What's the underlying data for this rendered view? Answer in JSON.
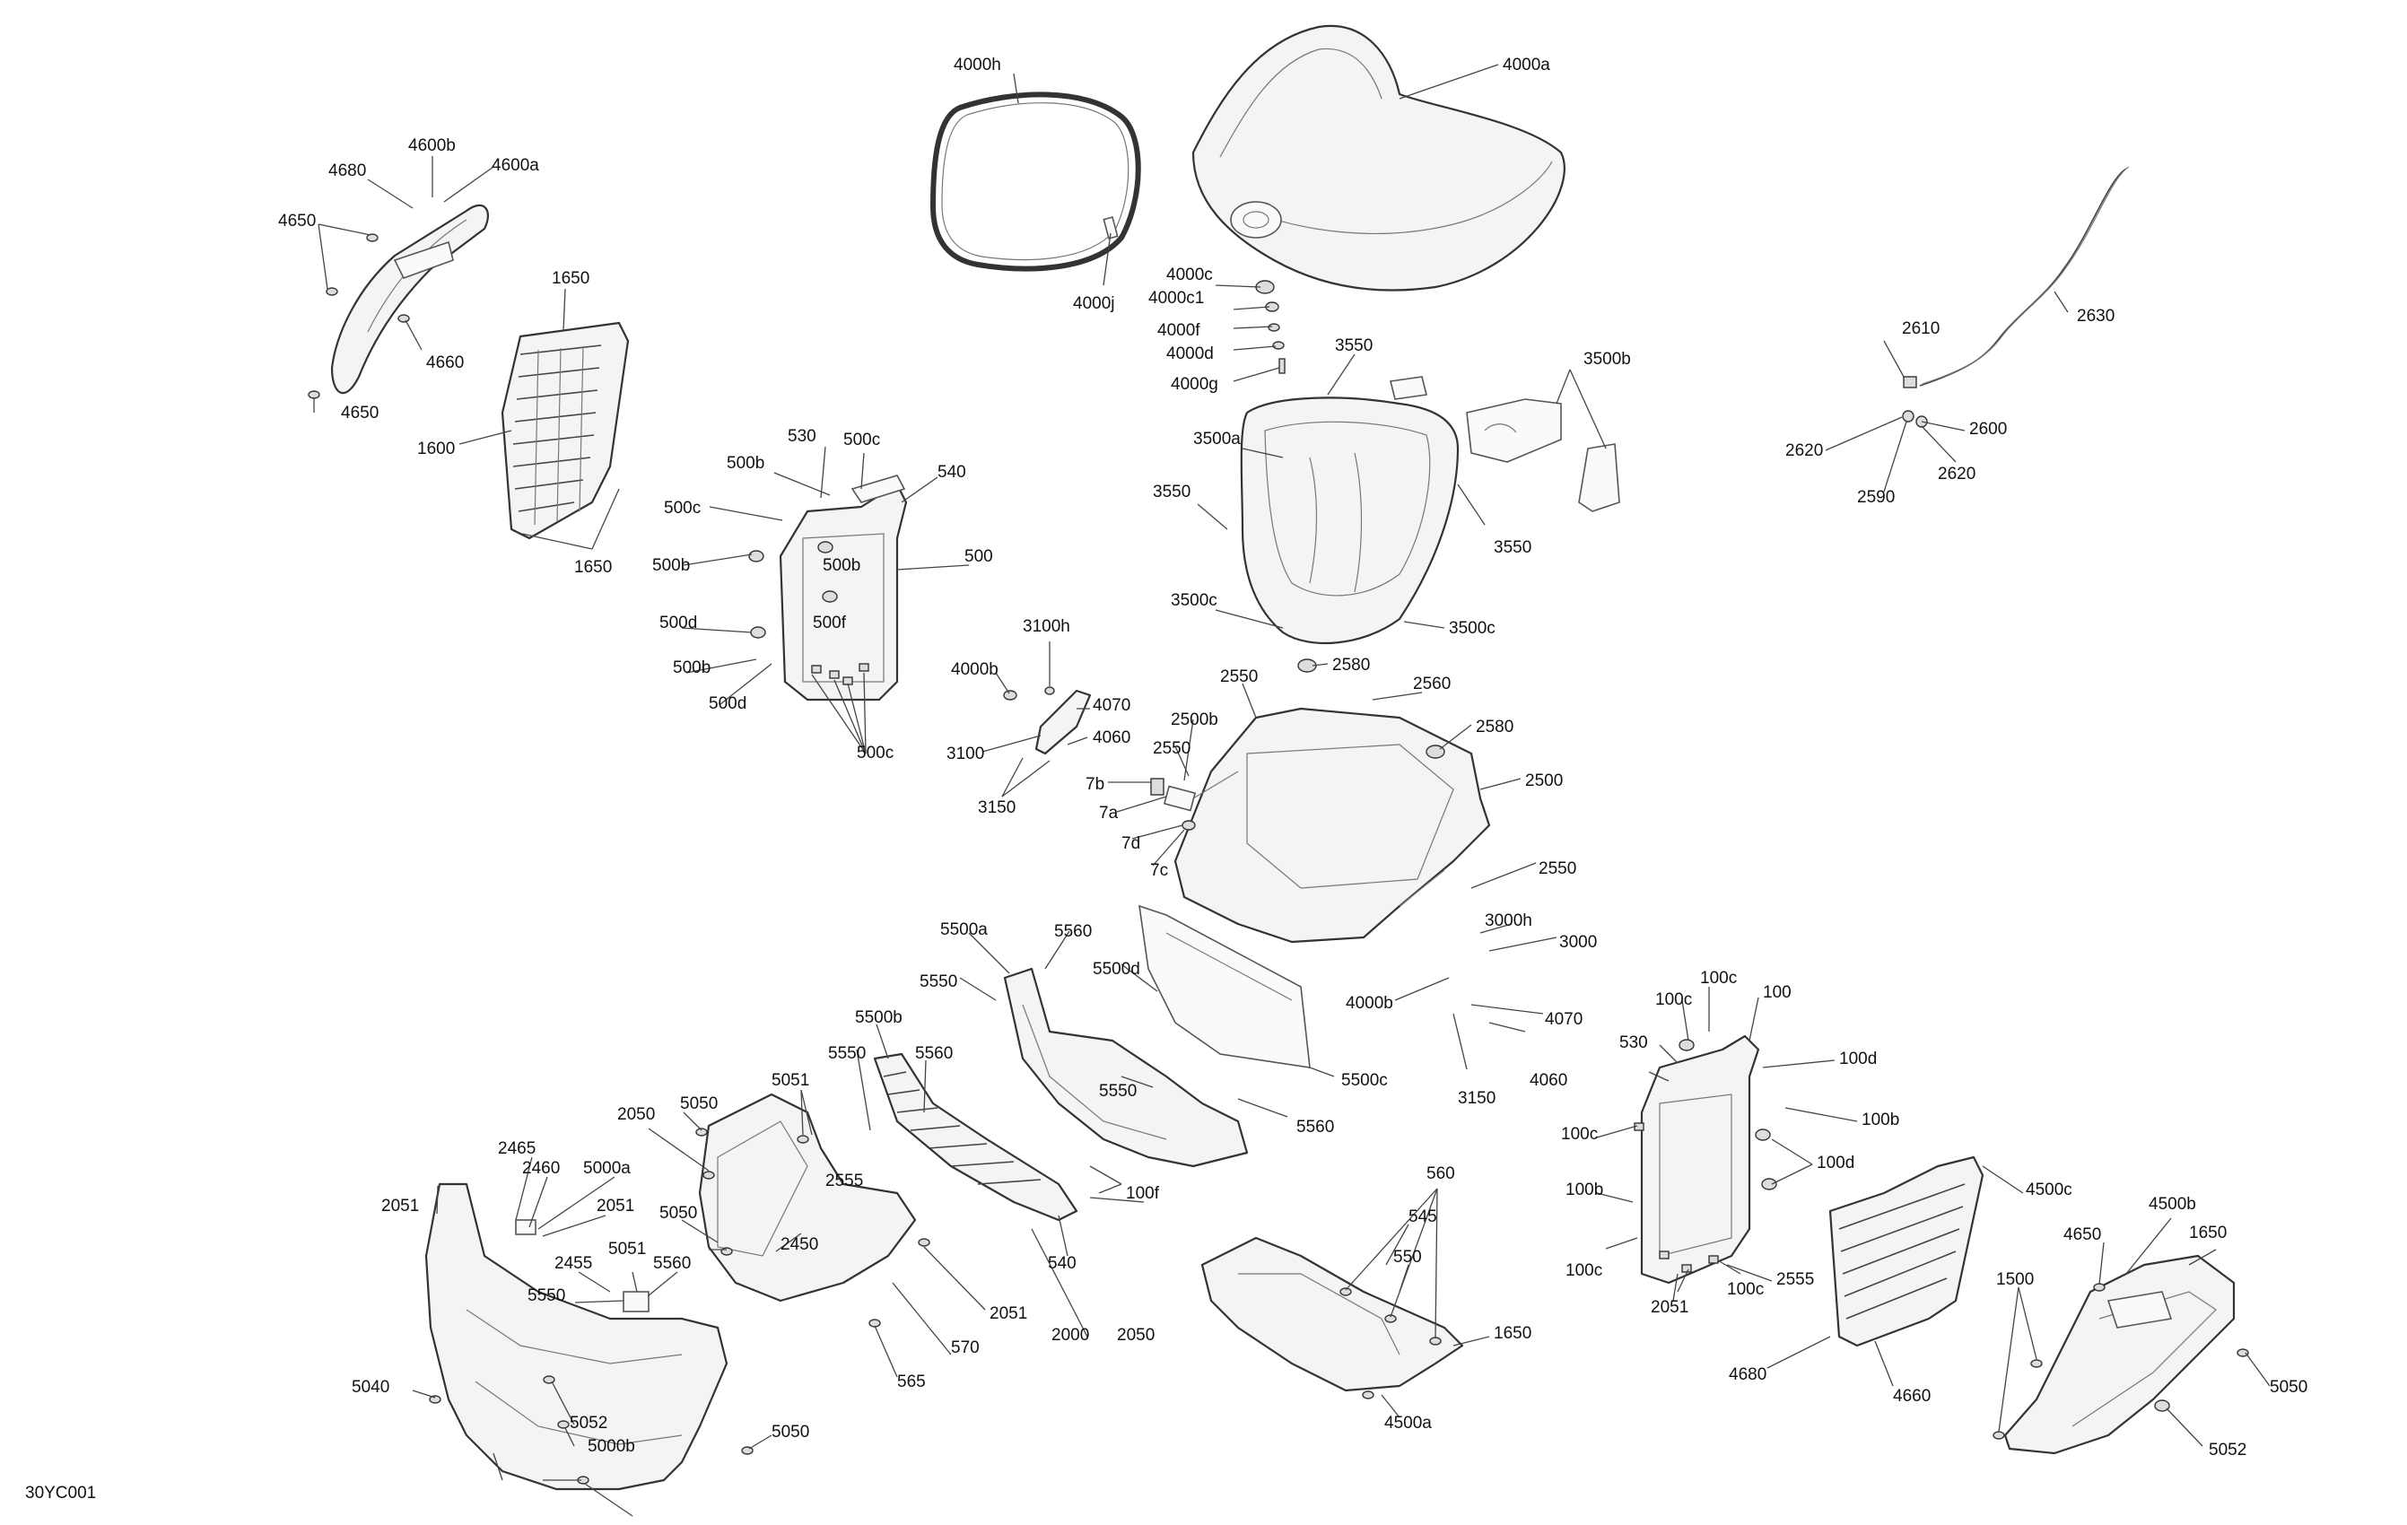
{
  "diagram": {
    "reference_code": "30YC001",
    "callouts": [
      "4000h",
      "4000a",
      "4600b",
      "4680",
      "4600a",
      "4650",
      "4660",
      "4650",
      "1650",
      "1600",
      "1650",
      "4000j",
      "4000c",
      "4000c1",
      "4000f",
      "4000d",
      "4000g",
      "3550",
      "3500b",
      "3500a",
      "3550",
      "3550",
      "3500c",
      "3500c",
      "530",
      "500b",
      "500c",
      "540",
      "500c",
      "500b",
      "500",
      "500b",
      "500d",
      "500f",
      "500b",
      "500d",
      "500c",
      "2610",
      "2630",
      "2620",
      "2600",
      "2590",
      "2620",
      "3100h",
      "4000b",
      "4070",
      "3100",
      "4060",
      "3150",
      "2550",
      "2580",
      "2560",
      "2500b",
      "2550",
      "2580",
      "7b",
      "2500",
      "7a",
      "7d",
      "7c",
      "2550",
      "5500a",
      "5560",
      "3000h",
      "3000",
      "5550",
      "5500d",
      "4000b",
      "4070",
      "5500b",
      "4060",
      "5500c",
      "3150",
      "5550",
      "5560",
      "5550",
      "5560",
      "540",
      "100f",
      "100c",
      "100c",
      "100",
      "530",
      "100d",
      "100b",
      "100c",
      "100d",
      "100b",
      "100c",
      "100c",
      "2555",
      "2051",
      "2050",
      "5050",
      "5051",
      "2465",
      "2460",
      "5000a",
      "2051",
      "2051",
      "2555",
      "5050",
      "2450",
      "2455",
      "5051",
      "5560",
      "5550",
      "2050",
      "2000",
      "2051",
      "570",
      "565",
      "560",
      "545",
      "550",
      "1650",
      "4500a",
      "4500c",
      "4500b",
      "4650",
      "1650",
      "1500",
      "4680",
      "4660",
      "5050",
      "5052",
      "5040",
      "5052",
      "5000b",
      "5050"
    ]
  }
}
